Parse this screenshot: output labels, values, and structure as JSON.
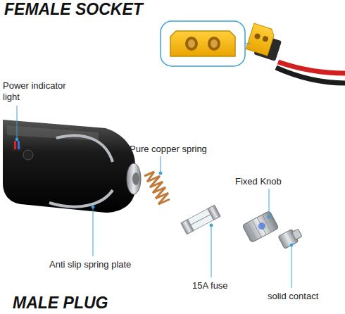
{
  "diagram": {
    "labels": [
      "FEMALE SOCKET",
      "Power indicator light",
      "Pure copper spring",
      "Fixed Knob",
      "Anti slip spring plate",
      "15A fuse",
      "solid contact",
      "MALE PLUG"
    ]
  }
}
